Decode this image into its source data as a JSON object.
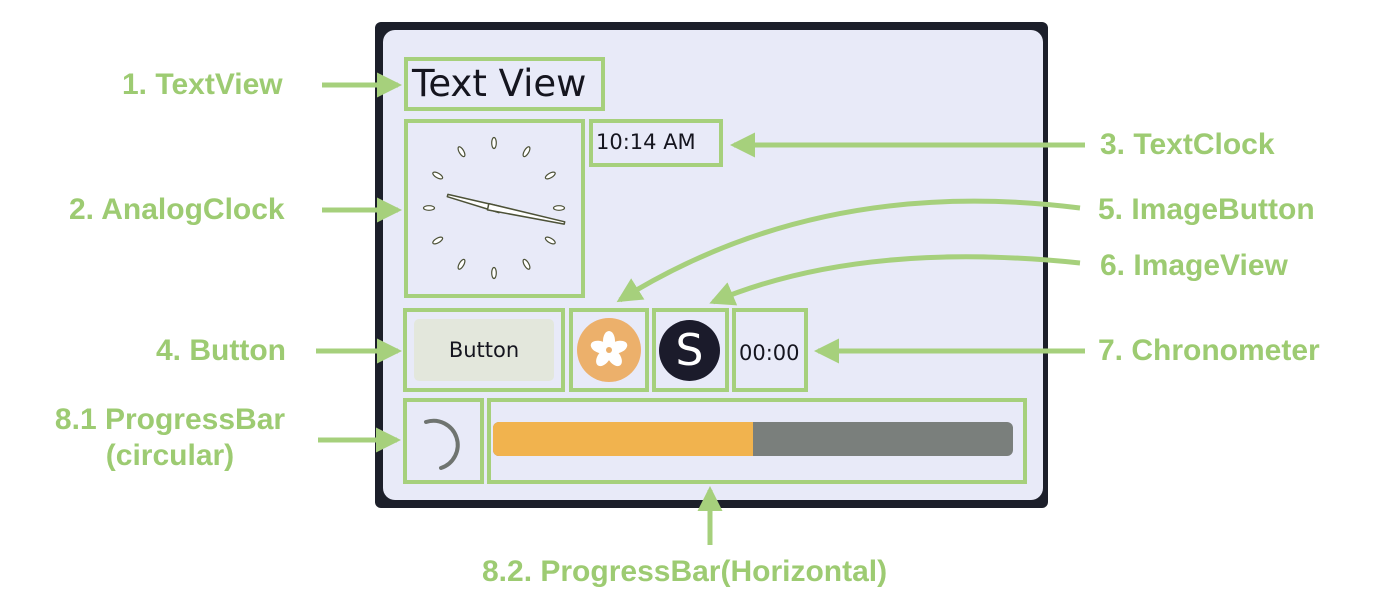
{
  "labels": {
    "textview": "1. TextView",
    "analogclock": "2. AnalogClock",
    "textclock": "3. TextClock",
    "button": "4. Button",
    "imagebutton": "5. ImageButton",
    "imageview": "6. ImageView",
    "chronometer": "7. Chronometer",
    "progress_circular_1": "8.1 ProgressBar",
    "progress_circular_2": "(circular)",
    "progress_horizontal": "8.2. ProgressBar(Horizontal)"
  },
  "widgets": {
    "textview_text": "Text View",
    "textclock_time": "10:14 AM",
    "button_label": "Button",
    "imageview_letter": "S",
    "chronometer_time": "00:00",
    "horizontal_progress": 0.5,
    "analog_clock": {
      "hour": 10,
      "minute": 14
    }
  },
  "colors": {
    "annotation_green": "#a6d07c",
    "screen_background": "#e8eaf8",
    "progress_fill": "#f1b34e",
    "progress_track": "#7a7f7c",
    "image_button_bg": "#ecb06b",
    "image_view_bg": "#1b1b2b"
  },
  "icons": {
    "image_button": "bauhinia-flower-icon",
    "progress_circular": "spinner-arc-icon"
  }
}
